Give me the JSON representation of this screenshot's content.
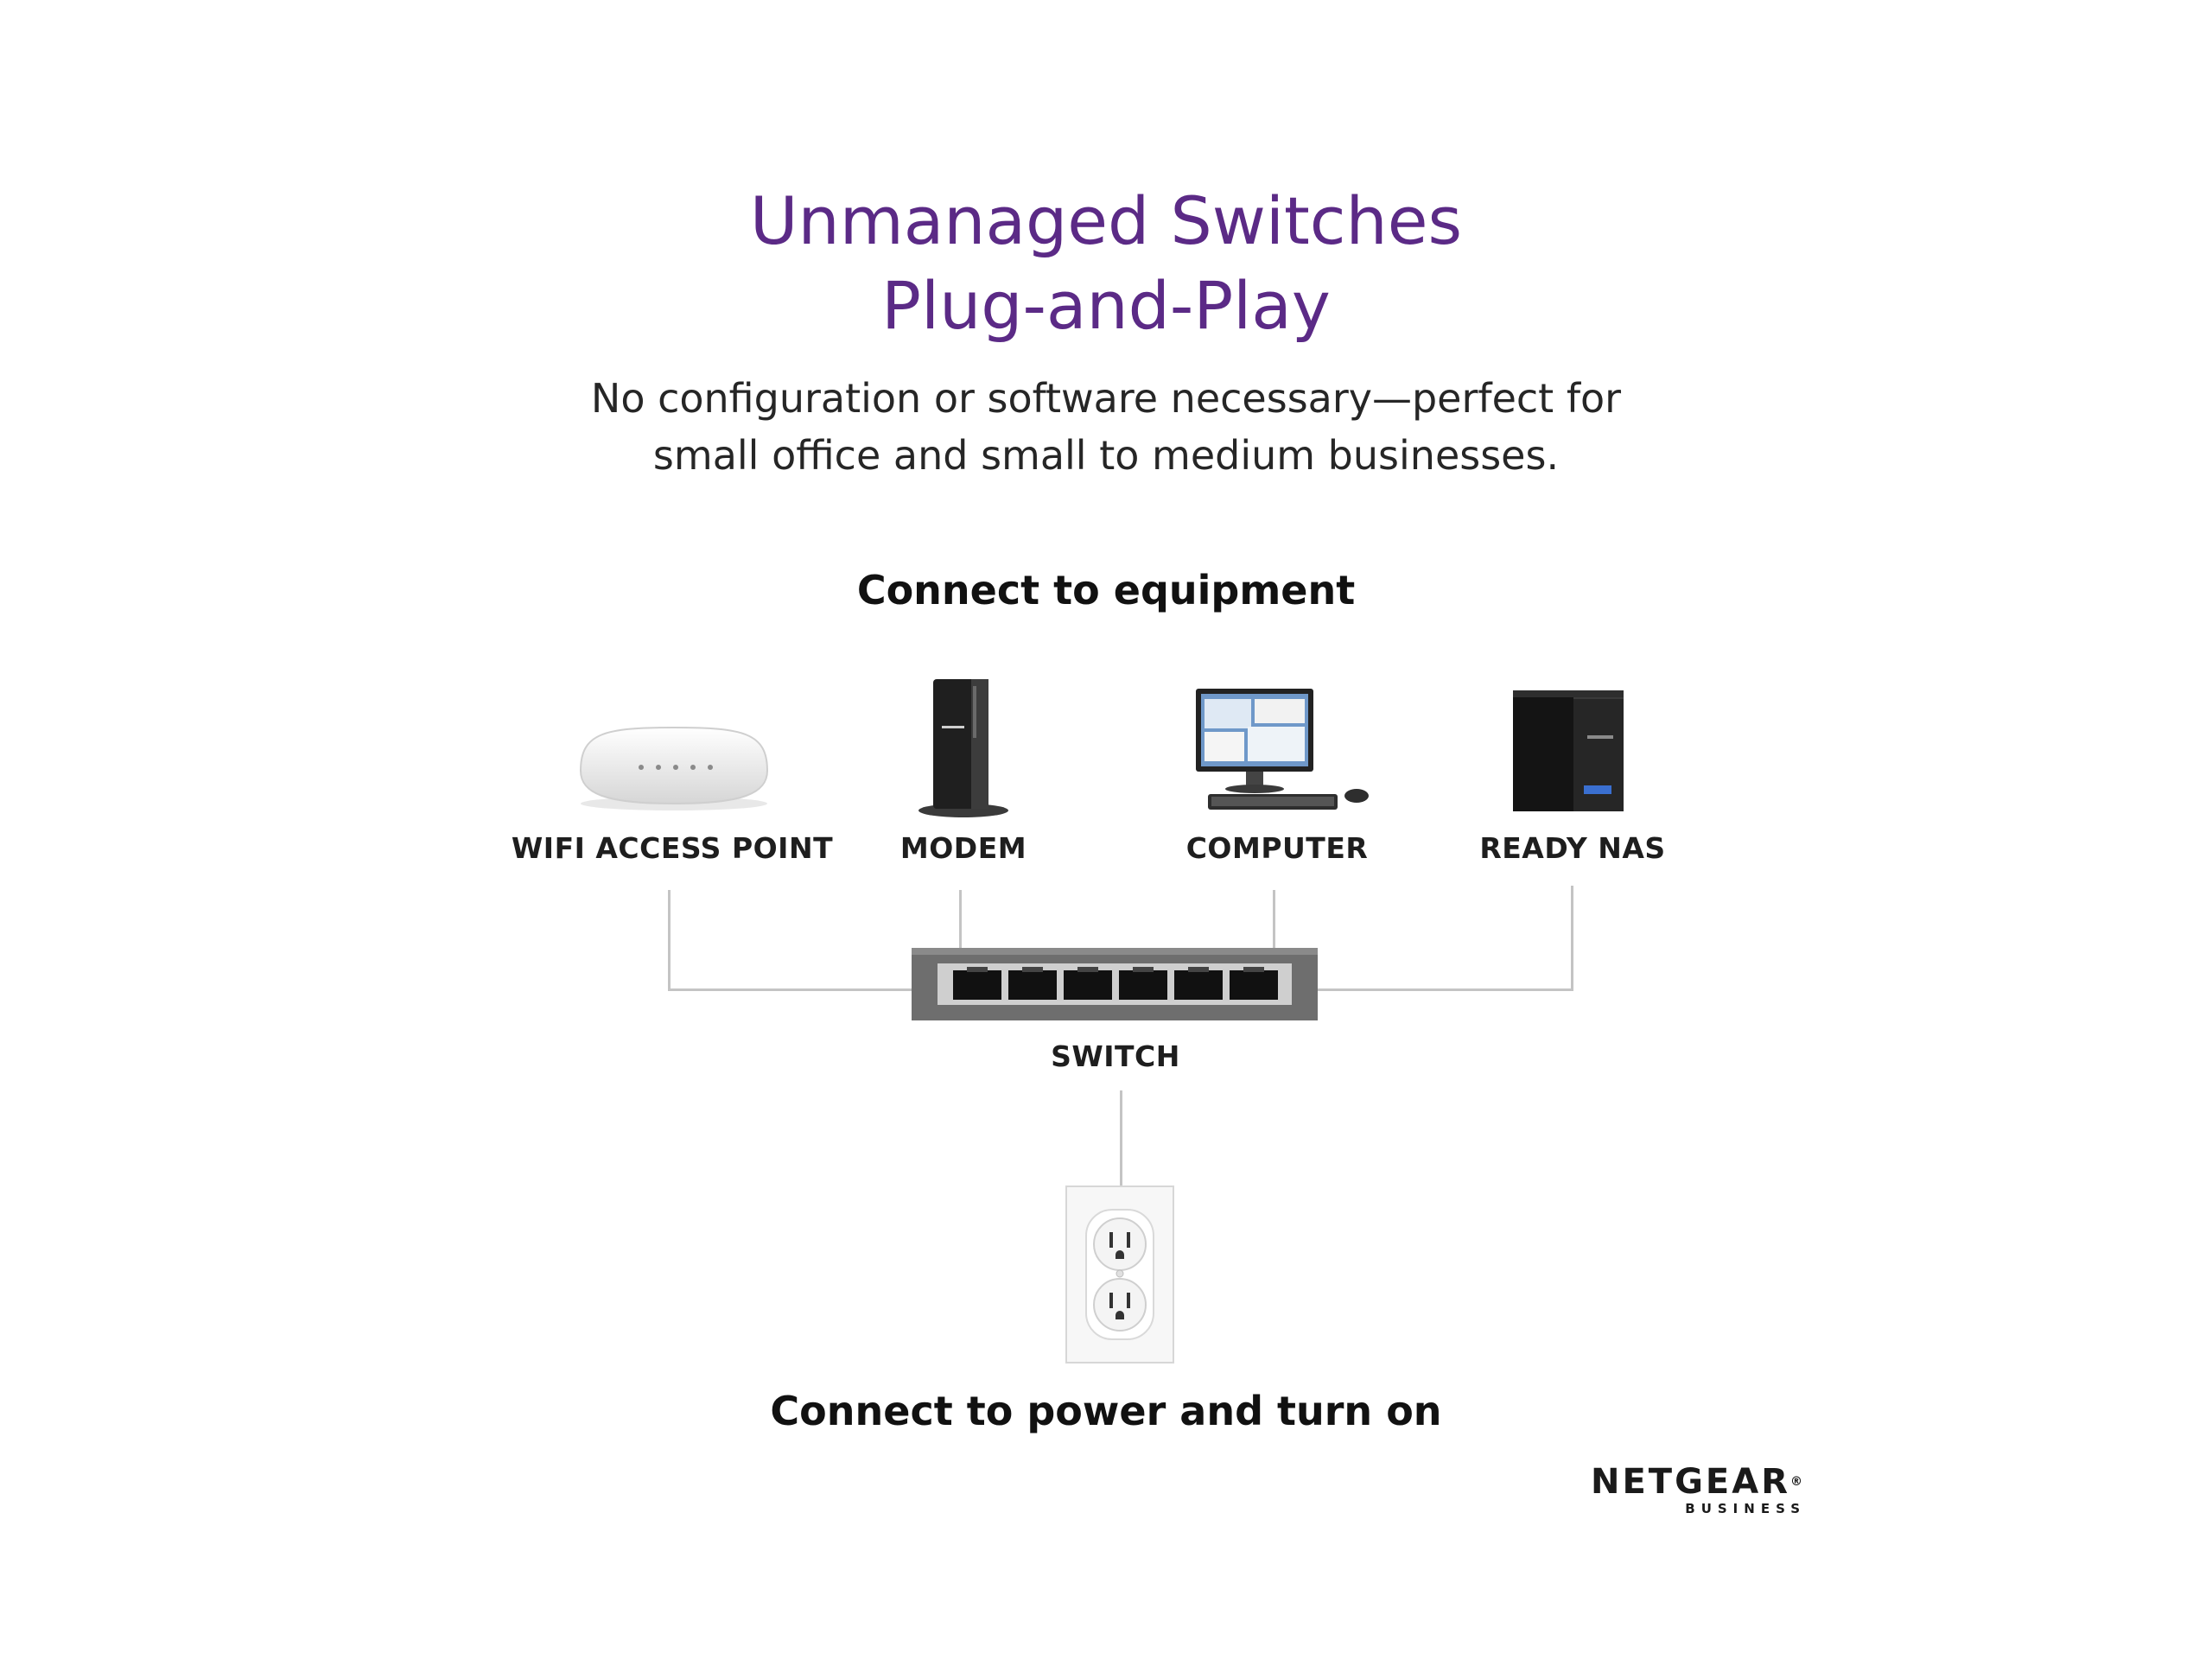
{
  "title_line1": "Unmanaged Switches",
  "title_line2": "Plug-and-Play",
  "subtitle_line1": "No configuration or software necessary—perfect for",
  "subtitle_line2": "small office and small to medium businesses.",
  "heading_equipment": "Connect to equipment",
  "devices": [
    {
      "label": "WIFI ACCESS POINT",
      "icon": "wifi-access-point-icon"
    },
    {
      "label": "MODEM",
      "icon": "modem-icon"
    },
    {
      "label": "COMPUTER",
      "icon": "computer-icon"
    },
    {
      "label": "READY NAS",
      "icon": "nas-icon"
    }
  ],
  "switch_label": "SWITCH",
  "heading_power": "Connect to power and turn on",
  "logo": {
    "brand": "NETGEAR",
    "registered": "®",
    "tagline": "BUSINESS"
  },
  "colors": {
    "title": "#5b2a86",
    "connector": "#c4c4c4",
    "switch_body": "#6e6e6e"
  }
}
